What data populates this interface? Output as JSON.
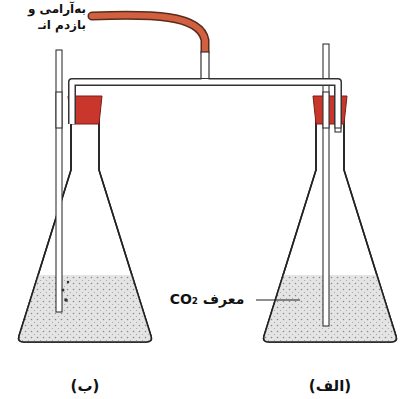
{
  "diagram": {
    "nodes": [
      {
        "text": [
          "(ب)"
        ]
      },
      {
        "text": [
          "(الف)"
        ]
      }
    ],
    "edges": [
      {
        "from": 0,
        "to": 1,
        "arrow": "none"
      }
    ],
    "labels": [
      "به‌آرامی و بازدم انـ",
      "معرف CO₂"
    ]
  }
}
